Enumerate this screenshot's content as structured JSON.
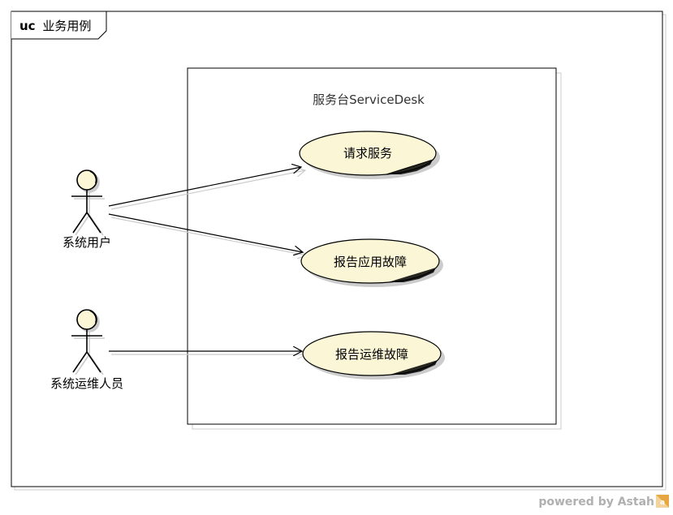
{
  "frame": {
    "keyword": "uc",
    "title": "业务用例"
  },
  "system_boundary": {
    "title": "服务台ServiceDesk"
  },
  "actors": [
    {
      "id": "actor-system-user",
      "label": "系统用户"
    },
    {
      "id": "actor-ops-staff",
      "label": "系统运维人员"
    }
  ],
  "use_cases": [
    {
      "id": "uc-request-service",
      "label": "请求服务"
    },
    {
      "id": "uc-report-app-fault",
      "label": "报告应用故障"
    },
    {
      "id": "uc-report-ops-fault",
      "label": "报告运维故障"
    }
  ],
  "associations": [
    {
      "from": "系统用户",
      "to": "请求服务"
    },
    {
      "from": "系统用户",
      "to": "报告应用故障"
    },
    {
      "from": "系统运维人员",
      "to": "报告运维故障"
    }
  ],
  "watermark": {
    "text": "powered by Astah"
  },
  "colors": {
    "line": "#000000",
    "shadow": "#cccccc",
    "usecase_fill": "#fbf7d6",
    "actor_fill": "#fbf7d6",
    "watermark_text": "#b0b0b0",
    "logo_accent": "#e8a640"
  }
}
